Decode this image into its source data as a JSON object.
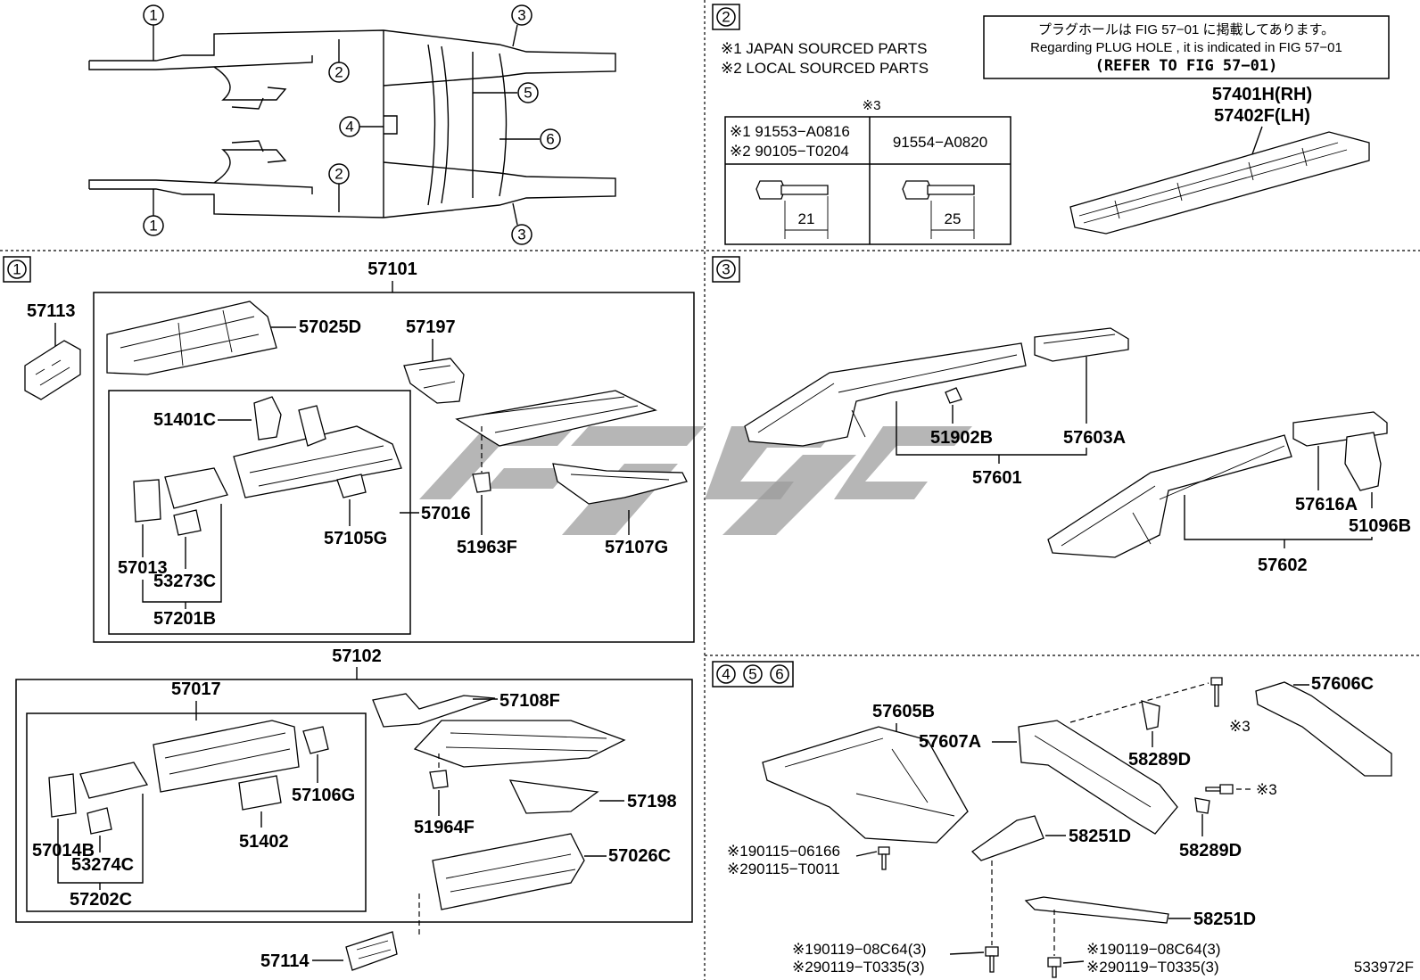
{
  "overview": {
    "callouts": [
      "1",
      "2",
      "3",
      "4",
      "5",
      "6"
    ]
  },
  "section2": {
    "marker": "2",
    "note1": "※1 JAPAN SOURCED PARTS",
    "note2": "※2 LOCAL SOURCED PARTS",
    "refer_box": {
      "line1": "プラグホールは FIG 57−01 に掲載してあります。",
      "line2": "Regarding  PLUG  HOLE , it is indicated in FIG 57−01",
      "line3": "(REFER TO FIG 57−01)"
    },
    "bolt_table": {
      "mark": "※3",
      "left_line1": "※1 91553−A0816",
      "left_line2": "※2 90105−T0204",
      "right": "91554−A0820",
      "dim_left": "21",
      "dim_right": "25"
    },
    "rocker_rh": "57401H(RH)",
    "rocker_lh": "57402F(LH)"
  },
  "section1": {
    "marker": "1",
    "labels": {
      "p57101": "57101",
      "p57113": "57113",
      "p57025D": "57025D",
      "p57197": "57197",
      "p51401C": "51401C",
      "p57016": "57016",
      "p57105G": "57105G",
      "p51963F": "51963F",
      "p57107G": "57107G",
      "p57013": "57013",
      "p53273C": "53273C",
      "p57201B": "57201B",
      "p57102": "57102",
      "p57017": "57017",
      "p57108F": "57108F",
      "p57106G": "57106G",
      "p51402": "51402",
      "p51964F": "51964F",
      "p57198": "57198",
      "p57014B": "57014B",
      "p53274C": "53274C",
      "p57202C": "57202C",
      "p57026C": "57026C",
      "p57114": "57114"
    }
  },
  "section3": {
    "marker": "3",
    "labels": {
      "p51902B": "51902B",
      "p57603A": "57603A",
      "p57601": "57601",
      "p57616A": "57616A",
      "p51096B": "51096B",
      "p57602": "57602"
    }
  },
  "section456": {
    "markers": [
      "4",
      "5",
      "6"
    ],
    "labels": {
      "p57605B": "57605B",
      "p57607A": "57607A",
      "p58289D_a": "58289D",
      "p57606C": "57606C",
      "mark3_a": "※3",
      "mark3_b": "※3",
      "p58289D_b": "58289D",
      "p58251D_a": "58251D",
      "p58251D_b": "58251D",
      "bolt1_l1": "※190115−06166",
      "bolt1_l2": "※290115−T0011",
      "bolt2_l1": "※190119−08C64(3)",
      "bolt2_l2": "※290119−T0335(3)",
      "bolt3_l1": "※190119−08C64(3)",
      "bolt3_l2": "※290119−T0335(3)"
    }
  },
  "figure_id": "533972F"
}
